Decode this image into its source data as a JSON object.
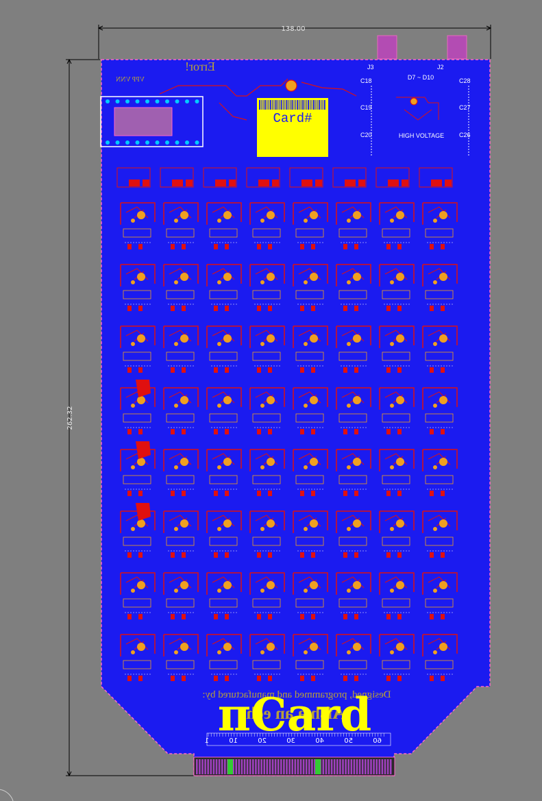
{
  "board": {
    "width_label": "138.00",
    "height_label": "262.32",
    "error_label": "Error!",
    "vpp_label": "VPP VNN",
    "card_number_label": "Card#",
    "connectors": [
      "J3",
      "J2"
    ],
    "capacitors_left": [
      "C18",
      "C19",
      "C20"
    ],
    "capacitors_right": [
      "C28",
      "C27",
      "C26"
    ],
    "diode_label": "D7 ~ D10",
    "hv_label": "HIGH VOLTAGE",
    "credit_line1": "Designed, programmed and manufactured by:",
    "credit_line2": "Afshin Jalali Mehrabadi Mehrabadi",
    "credit_line2_visible": "Afsh   a   an   echi",
    "brand": "πCard",
    "edge_scale": [
      "1",
      "10",
      "20",
      "30",
      "40",
      "50",
      "60"
    ],
    "grid": {
      "rows": 8,
      "cols": 8
    }
  },
  "colors": {
    "background": "#7f7f7f",
    "copper": "#1b1bf0",
    "trace": "#e01010",
    "pad": "#f0a020",
    "silk": "#ffffff",
    "label_block": "#ffff00",
    "outline": "#ff66cc"
  }
}
